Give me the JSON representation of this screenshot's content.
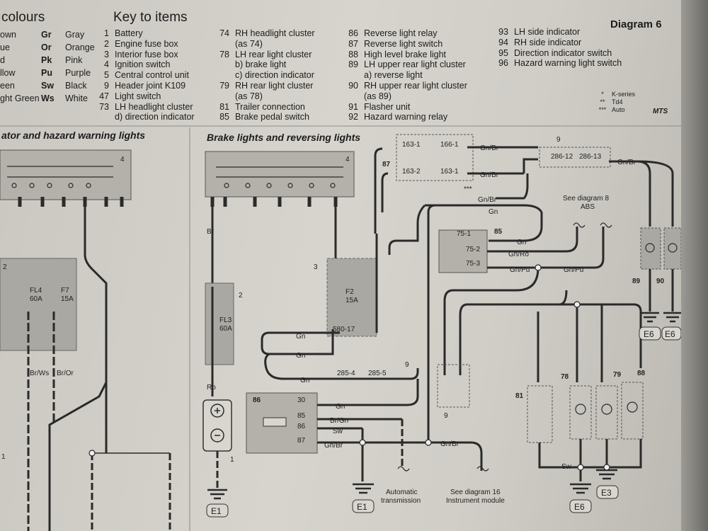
{
  "colours": {
    "title": "colours",
    "left_items": [
      "own",
      "ue",
      "d",
      "llow",
      "een",
      "ght Green"
    ],
    "right_items": [
      {
        "code": "Gr",
        "name": "Gray"
      },
      {
        "code": "Or",
        "name": "Orange"
      },
      {
        "code": "Pk",
        "name": "Pink"
      },
      {
        "code": "Pu",
        "name": "Purple"
      },
      {
        "code": "Sw",
        "name": "Black"
      },
      {
        "code": "Ws",
        "name": "White"
      }
    ]
  },
  "key": {
    "title": "Key to items",
    "col1": [
      {
        "n": "1",
        "t": "Battery"
      },
      {
        "n": "2",
        "t": "Engine fuse box"
      },
      {
        "n": "3",
        "t": "Interior fuse box"
      },
      {
        "n": "4",
        "t": "Ignition switch"
      },
      {
        "n": "5",
        "t": "Central control unit"
      },
      {
        "n": "9",
        "t": "Header joint K109"
      },
      {
        "n": "47",
        "t": "Light switch"
      },
      {
        "n": "73",
        "t": "LH headlight cluster"
      }
    ],
    "col2": [
      {
        "n": "74",
        "t": "RH headlight cluster"
      },
      {
        "n": "",
        "t": "(as 74)"
      },
      {
        "n": "78",
        "t": "LH rear light cluster"
      },
      {
        "n": "",
        "t": "b) brake light"
      },
      {
        "n": "",
        "t": "c) direction indicator"
      },
      {
        "n": "79",
        "t": "RH rear light cluster"
      },
      {
        "n": "",
        "t": "(as 78)"
      },
      {
        "n": "81",
        "t": "Trailer connection"
      },
      {
        "n": "85",
        "t": "Brake pedal switch"
      }
    ],
    "col2_extra": "d) direction indicator",
    "col3": [
      {
        "n": "86",
        "t": "Reverse light relay"
      },
      {
        "n": "87",
        "t": "Reverse light switch"
      },
      {
        "n": "88",
        "t": "High level brake light"
      },
      {
        "n": "89",
        "t": "LH upper rear light cluster"
      },
      {
        "n": "",
        "t": "a) reverse light"
      },
      {
        "n": "90",
        "t": "RH upper rear light cluster"
      },
      {
        "n": "",
        "t": "(as 89)"
      },
      {
        "n": "91",
        "t": "Flasher unit"
      },
      {
        "n": "92",
        "t": "Hazard warning relay"
      }
    ],
    "col4": [
      {
        "n": "93",
        "t": "LH side indicator"
      },
      {
        "n": "94",
        "t": "RH side indicator"
      },
      {
        "n": "95",
        "t": "Direction indicator switch"
      },
      {
        "n": "96",
        "t": "Hazard warning light switch"
      }
    ]
  },
  "diagram_title": "Diagram 6",
  "legend": [
    {
      "sym": "*",
      "t": "K-series"
    },
    {
      "sym": "**",
      "t": "Td4"
    },
    {
      "sym": "***",
      "t": "Auto"
    }
  ],
  "logo": "MTS",
  "sections": {
    "left": "ator and hazard warning lights",
    "right": "Brake lights and reversing lights"
  },
  "notes": {
    "abs": [
      "See diagram 8",
      "ABS"
    ],
    "auto": [
      "Automatic",
      "transmission"
    ],
    "instr": [
      "See diagram 16",
      "Instrument module"
    ]
  },
  "earths": [
    "E1",
    "E1",
    "E6",
    "E3",
    "E6",
    "E6"
  ],
  "labels": {
    "c4": "4",
    "c2": "2",
    "c3": "3",
    "c9a": "9",
    "c9b": "9",
    "c9c": "9",
    "c87": "87",
    "c85": "85",
    "c86": "86",
    "c1": "1",
    "c81": "81",
    "c78": "78",
    "c79": "79",
    "c88": "88",
    "c89": "89",
    "c90": "90",
    "c2L": "2",
    "c1L": "1",
    "fl3": "FL3",
    "fl3a": "60A",
    "f2": "F2",
    "f2a": "15A",
    "fl4": "FL4",
    "fl4a": "60A",
    "f7": "F7",
    "f7a": "15A",
    "j163_1": "163-1",
    "j166_1": "166-1",
    "j163_2": "163-2",
    "j163_1b": "163-1",
    "j286_12": "286-12",
    "j286_13": "286-13",
    "j75_1": "75-1",
    "j75_2": "75-2",
    "j75_3": "75-3",
    "j285_4": "285-4",
    "j285_5": "285-5",
    "j580_17": "580-17",
    "j30": "30",
    "j85": "85",
    "j86": "86",
    "j87": "87",
    "gnbr1": "Gn/Br",
    "gnbr2": "Gn/Br",
    "gnbr3": "Gn/Br",
    "gnbr4": "Gn/Br",
    "gnbr5": "Gn/Br",
    "gnbr6": "Gn/Br",
    "gn1": "Gn",
    "gn2": "Gn",
    "gn3": "Gn",
    "gn4": "Gn",
    "gn5": "Gn",
    "gn6": "Gn",
    "gnro": "Gn/Ro",
    "gnpu1": "Gn/Pu",
    "gnpu2": "Gn/Pu",
    "brgn": "Br/Gn",
    "sw1": "Sw",
    "sw2": "Sw",
    "ro": "Ro",
    "br": "Br",
    "brws": "Br/Ws",
    "bror": "Br/Or",
    "stars": "***"
  }
}
